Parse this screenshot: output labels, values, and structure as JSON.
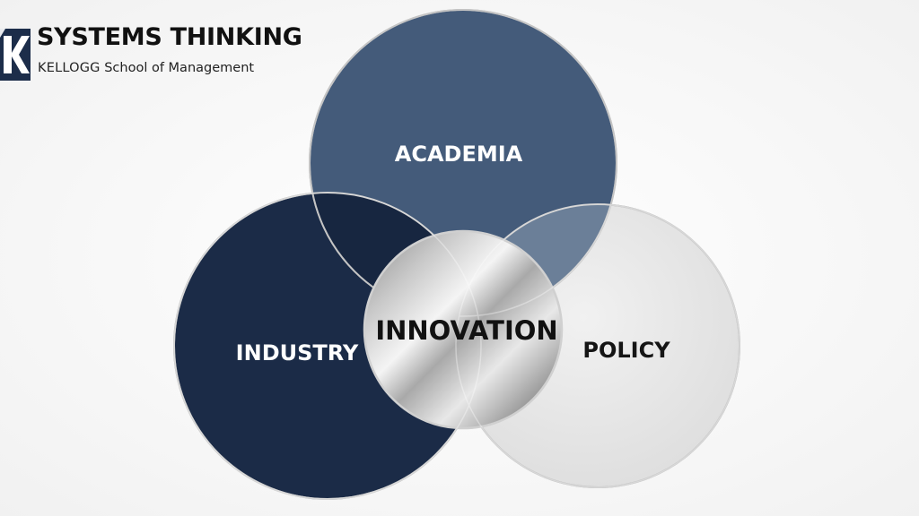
{
  "header": {
    "title": "SYSTEMS THINKING",
    "subtitle_strong": "KELLOGG",
    "subtitle_rest": " School of Management",
    "logo_icon": "kellogg-k-logo-icon"
  },
  "diagram": {
    "type": "venn",
    "center_label": "INNOVATION",
    "sets": [
      {
        "id": "academia",
        "label": "ACADEMIA",
        "color": "#445b7a",
        "label_color": "#ffffff"
      },
      {
        "id": "industry",
        "label": "INDUSTRY",
        "color": "#1b2b47",
        "label_color": "#ffffff"
      },
      {
        "id": "policy",
        "label": "POLICY",
        "color": "#e6e6e6",
        "label_color": "#151515"
      }
    ],
    "overlap_colors": {
      "academia_industry": "#172640",
      "academia_policy": "#6b7f98",
      "center": "#bdbdbd"
    }
  }
}
